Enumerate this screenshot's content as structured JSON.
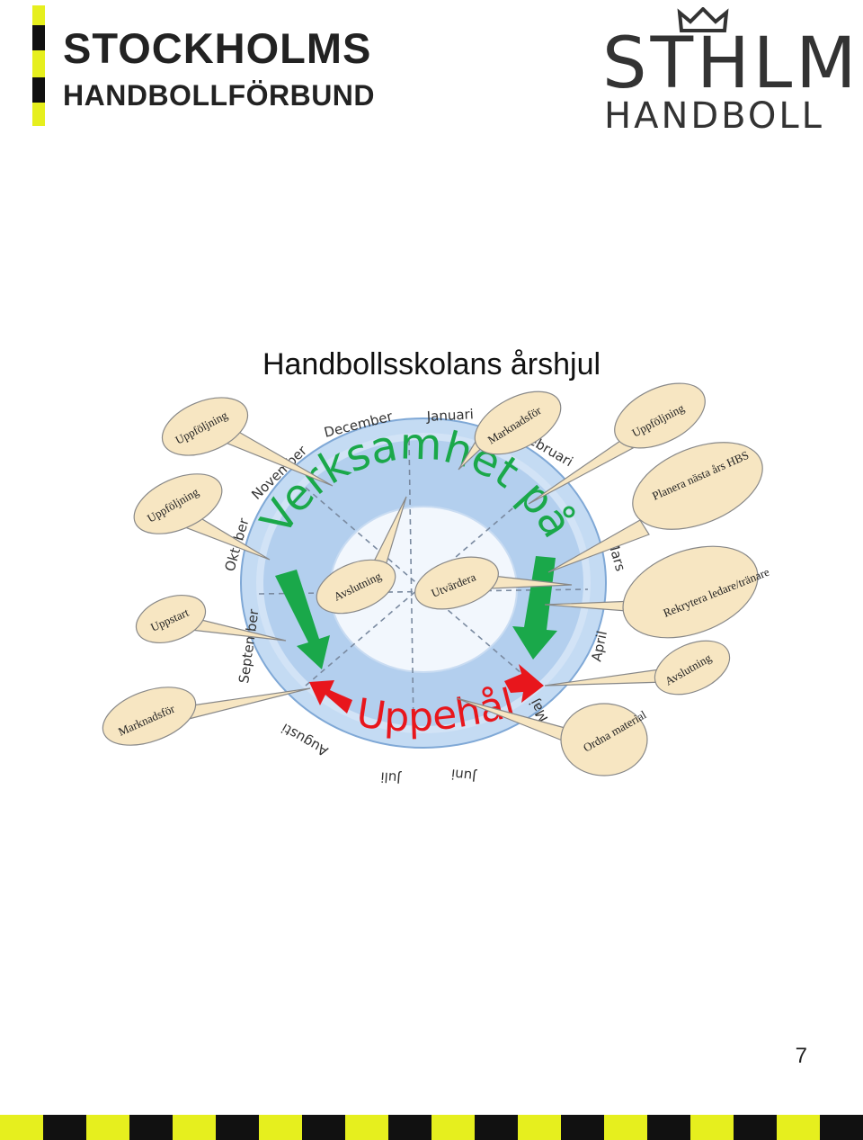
{
  "header": {
    "left_logo_line1": "STOCKHOLMS",
    "left_logo_line2": "HANDBOLLFÖRBUND",
    "right_logo_line1": "STHLM",
    "right_logo_line2": "HANDBOLL"
  },
  "title": "Handbollsskolans årshjul",
  "wheel": {
    "months": [
      "December",
      "Januari",
      "Februari",
      "Mars",
      "April",
      "Maj",
      "Juni",
      "Juli",
      "Augusti",
      "September",
      "Oktober",
      "November"
    ],
    "active_label": "Verksamhet pågår",
    "pause_label": "Uppehåll"
  },
  "callouts": {
    "nov_uppfoljning": "Uppföljning",
    "okt_uppfoljning": "Uppföljning",
    "sep_uppstart": "Uppstart",
    "aug_marknadsfor": "Marknadsför",
    "jan_marknadsfor": "Marknadsför",
    "feb_uppfoljning": "Uppföljning",
    "mar_planera": "Planera nästa års HBS",
    "apr_rekrytera": "Rekrytera ledare/tränare",
    "maj_avslutning": "Avslutning",
    "jun_ordna": "Ordna material",
    "center_avslutning": "Avslutning",
    "center_utvardera": "Utvärdera"
  },
  "page_number": "7",
  "colors": {
    "stripe_yellow": "#e6ef1e",
    "stripe_black": "#111111",
    "green": "#1aa84a",
    "red": "#e8161c",
    "callout_fill": "#f7e6c2",
    "wheel_blue": "#b9d3ee"
  }
}
